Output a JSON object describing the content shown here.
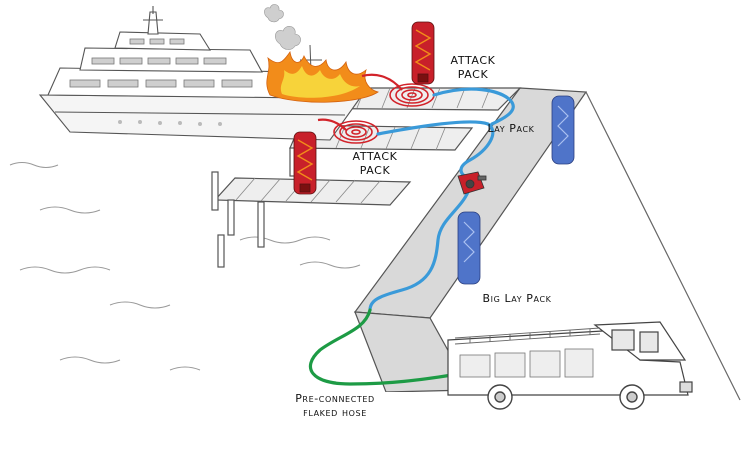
{
  "diagram": {
    "colors": {
      "blue_hose": "#3a9ad9",
      "green_hose": "#1d9b45",
      "red_hose": "#d2232a",
      "pack_red": "#c8202a",
      "pack_blue": "#4f74c9",
      "fire_orange": "#f28c1a",
      "fire_yellow": "#f7d33a",
      "outline": "#555555"
    },
    "labels": {
      "attack_pack_top_line1": "ATTACK",
      "attack_pack_top_line2": "PACK",
      "lay_pack": "Lay Pack",
      "attack_pack_mid_line1": "ATTACK",
      "attack_pack_mid_line2": "PACK",
      "big_lay_pack": "Big Lay Pack",
      "flaked_line1": "Pre-connected",
      "flaked_line2": "flaked hose"
    },
    "icons": [
      "yacht",
      "fire-flames",
      "smoke-puff",
      "dock-pier",
      "red-hose-pack",
      "blue-hose-pack",
      "hose-coil",
      "gated-wye",
      "fire-engine",
      "water-waves"
    ]
  }
}
